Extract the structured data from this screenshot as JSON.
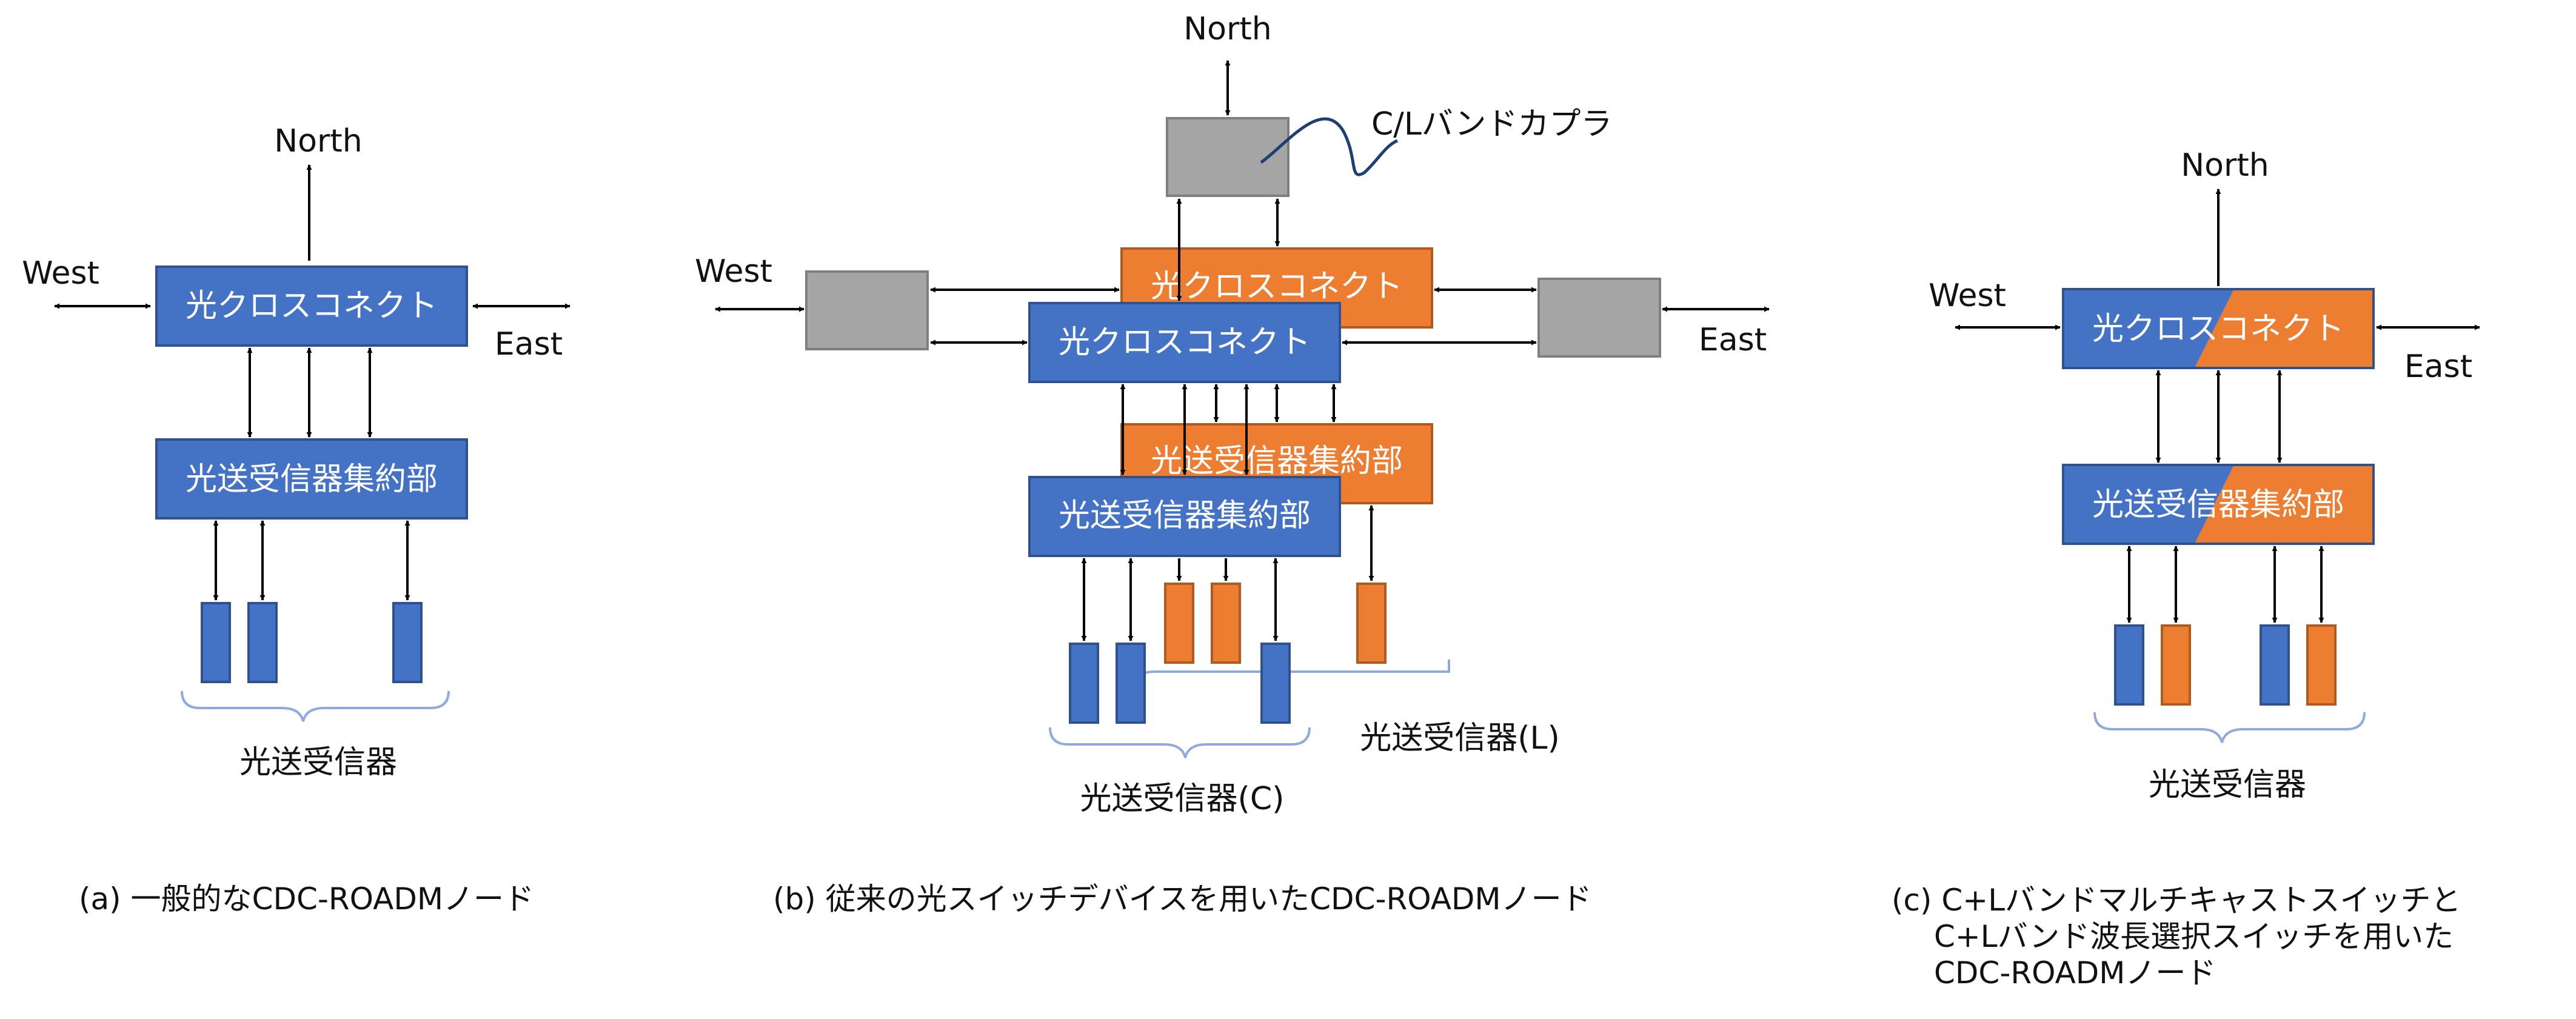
{
  "colors": {
    "c_band_fill": "#4472C4",
    "c_band_stroke": "#2F528F",
    "l_band_fill": "#ED7D31",
    "l_band_stroke": "#AE5A21",
    "coupler_fill": "#A5A5A5",
    "coupler_stroke": "#7F7F7F",
    "brace": "#8FAADC",
    "arrow": "#000000",
    "text": "#111111"
  },
  "directions": {
    "north": "North",
    "west": "West",
    "east": "East"
  },
  "blocks": {
    "cross_connect": "光クロスコネクト",
    "aggregator": "光送受信器集約部"
  },
  "panel_a": {
    "transceiver_label": "光送受信器",
    "caption": "(a) 一般的なCDC-ROADMノード"
  },
  "panel_b": {
    "coupler_label": "C/Lバンドカプラ",
    "transceiver_c_label": "光送受信器(C)",
    "transceiver_l_label": "光送受信器(L)",
    "caption": "(b) 従来の光スイッチデバイスを用いたCDC-ROADMノード"
  },
  "panel_c": {
    "transceiver_label": "光送受信器",
    "caption_lines": [
      "(c) C+Lバンドマルチキャストスイッチと",
      "C+Lバンド波長選択スイッチを用いた",
      "CDC-ROADMノード"
    ]
  }
}
